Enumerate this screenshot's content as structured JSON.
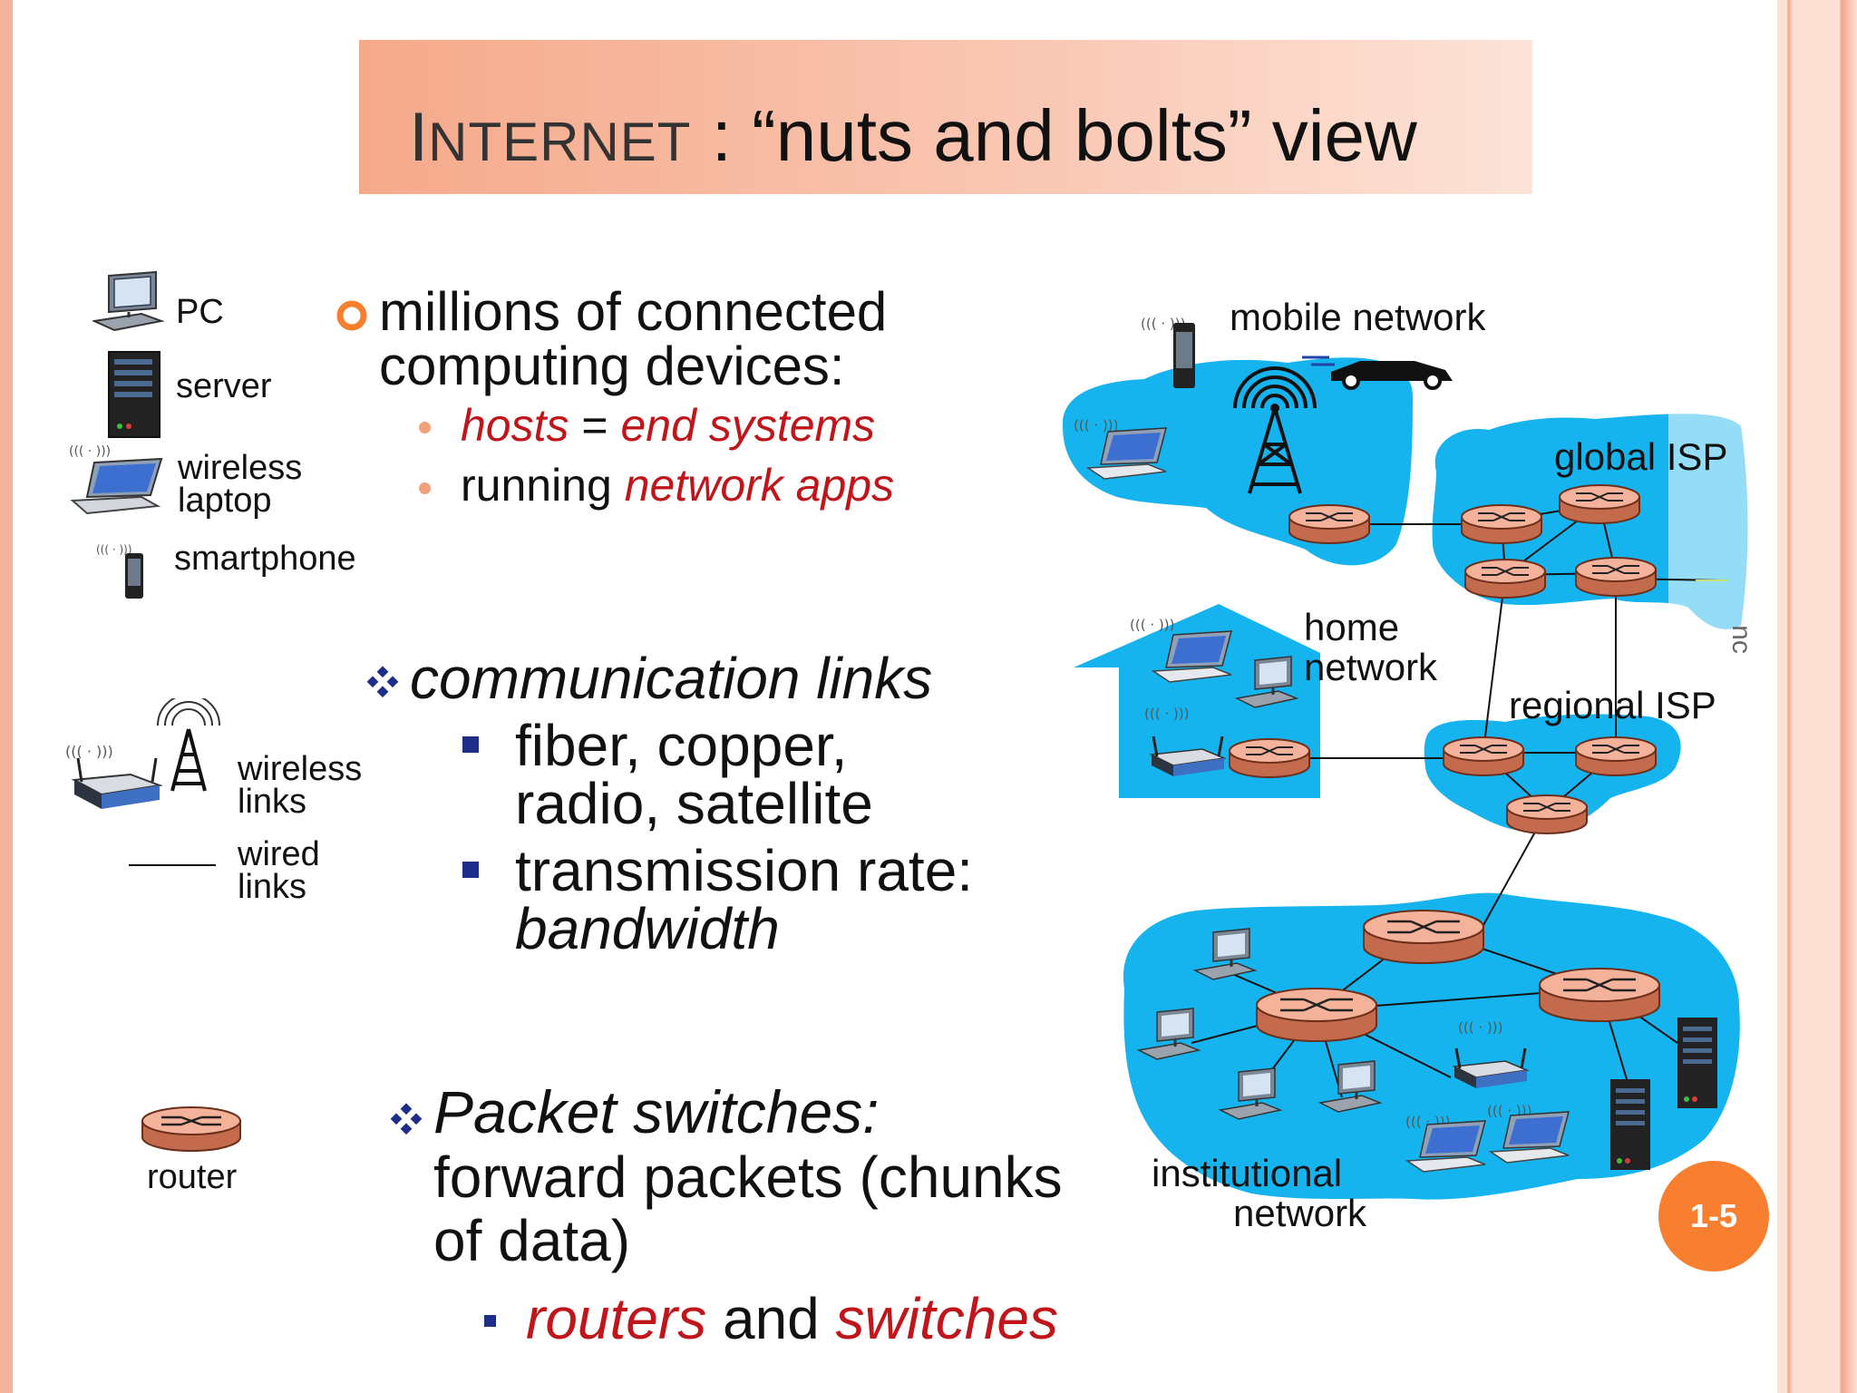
{
  "title": {
    "smallcaps_I": "I",
    "smallcaps_rest": "NTERNET",
    "rest": " : “nuts and bolts” view"
  },
  "legend": {
    "pc": "PC",
    "server": "server",
    "wireless_laptop_1": "wireless",
    "wireless_laptop_2": "laptop",
    "smartphone": "smartphone",
    "wireless_links_1": "wireless",
    "wireless_links_2": "links",
    "wired_links_1": "wired",
    "wired_links_2": "links",
    "router": "router"
  },
  "bullets": {
    "b1_line1": "millions of connected",
    "b1_line2": "computing devices:",
    "hosts": "hosts",
    "equals": " = ",
    "end_systems": "end systems",
    "running": "running ",
    "network_apps": "network apps",
    "comm_links": "communication links",
    "fiber_1": "fiber, copper,",
    "fiber_2": "radio, satellite",
    "tx_rate": "transmission rate:",
    "bandwidth": "bandwidth",
    "packet_switches": "Packet switches:",
    "forward_1": "forward packets (chunks",
    "forward_2": "of data)",
    "routers": "routers",
    "and": " and ",
    "switches": "switches"
  },
  "network": {
    "mobile": "mobile network",
    "global_isp": "global ISP",
    "home_1": "home",
    "home_2": "network",
    "regional_isp": "regional ISP",
    "institutional_1": "institutional",
    "institutional_2": "network",
    "cut_text": "nc"
  },
  "page_number": "1-5",
  "colors": {
    "accent": "#f77f2f",
    "red_text": "#c0151b",
    "cloud": "#16b4ee",
    "router": "#e0866a"
  }
}
